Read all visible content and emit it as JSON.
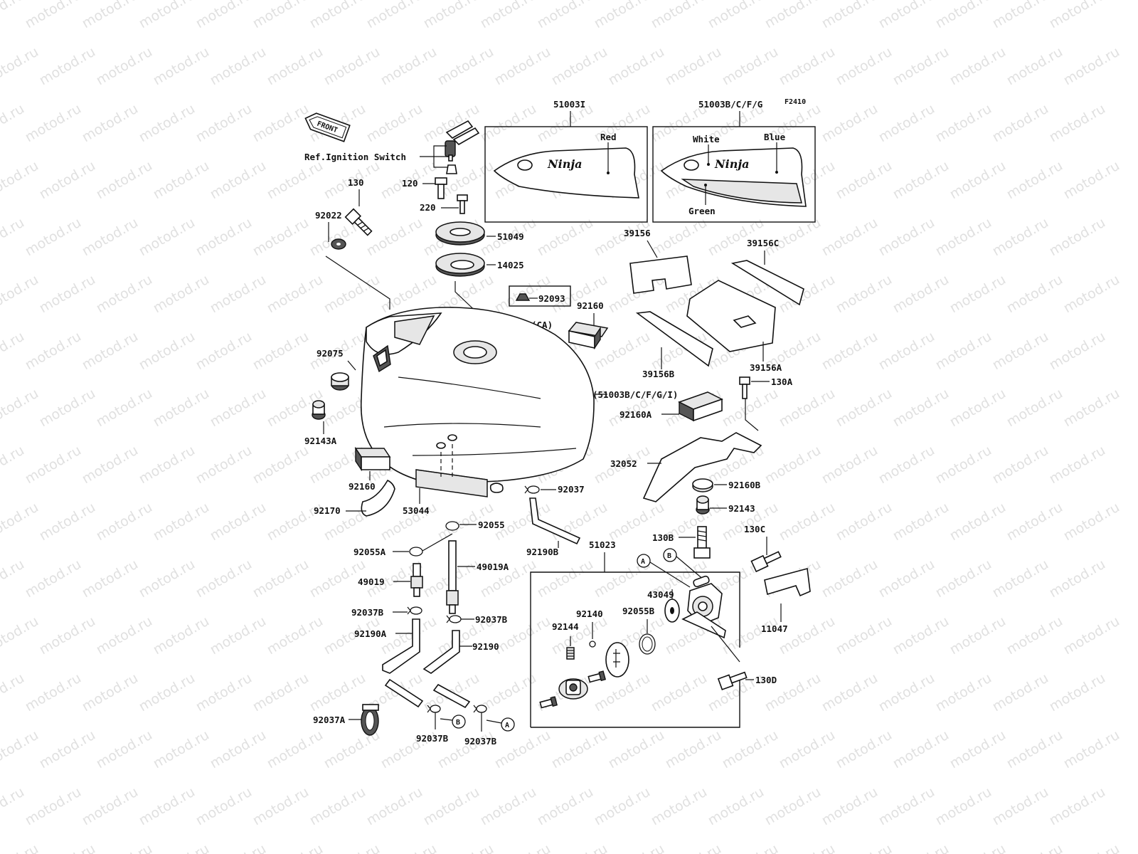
{
  "watermark": "motod.ru",
  "figure_code": "F2410",
  "front_label": "FRONT",
  "ref_label": "Ref.Ignition Switch",
  "callouts": {
    "a": "A",
    "b": "B"
  },
  "colors": {
    "red": "Red",
    "white": "White",
    "blue": "Blue",
    "green": "Green"
  },
  "labels": {
    "p51003i": "51003I",
    "p51003bcfg": "51003B/C/F/G",
    "p130": "130",
    "p92022": "92022",
    "p120": "120",
    "p220": "220",
    "p51049": "51049",
    "p14025": "14025",
    "p92093": "92093",
    "pCA": "(CA)",
    "p92160_top": "92160",
    "p39156": "39156",
    "p39156c": "39156C",
    "p39156b": "39156B",
    "p39156a": "39156A",
    "p92075": "92075",
    "p51003bcfgi": "(51003B/C/F/G/I)",
    "p130a": "130A",
    "p92160a": "92160A",
    "p92143a": "92143A",
    "p32052": "32052",
    "p92160_left": "92160",
    "p92160b": "92160B",
    "p92037": "92037",
    "p92170": "92170",
    "p53044": "53044",
    "p92055": "92055",
    "p92143": "92143",
    "p92055a": "92055A",
    "p92190b": "92190B",
    "p130b": "130B",
    "p51023": "51023",
    "p130c": "130C",
    "p49019a": "49019A",
    "p49019": "49019",
    "p43049": "43049",
    "p92140": "92140",
    "p92055b": "92055B",
    "p92037b_1": "92037B",
    "p92037b_2": "92037B",
    "p92144": "92144",
    "p11047": "11047",
    "p92190a": "92190A",
    "p92190": "92190",
    "p130d": "130D",
    "p92037a": "92037A",
    "p92037b_3": "92037B",
    "p92037b_4": "92037B"
  },
  "logo_text": "Ninja"
}
